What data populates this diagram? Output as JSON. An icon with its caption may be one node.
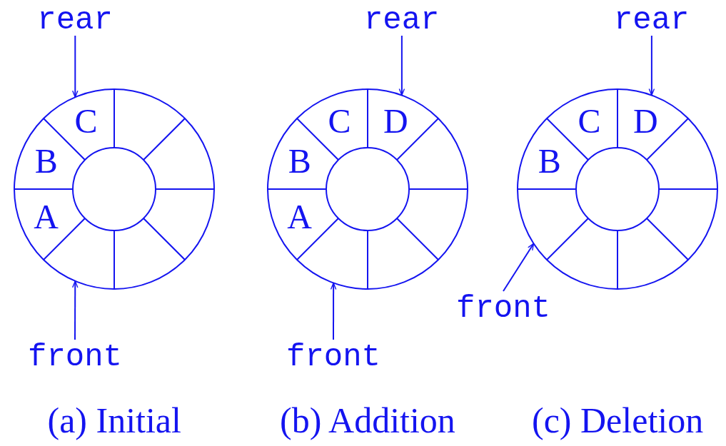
{
  "diagram": {
    "nodes": [
      {
        "text": [
          "rear"
        ]
      },
      {
        "text": [],
        "shape": "circle"
      },
      {
        "text": [
          "front"
        ]
      },
      {
        "text": [
          "rear"
        ]
      },
      {
        "text": [],
        "shape": "circle"
      },
      {
        "text": [
          "front"
        ]
      },
      {
        "text": [
          "rear"
        ]
      },
      {
        "text": [],
        "shape": "circle"
      },
      {
        "text": [
          "front"
        ]
      }
    ],
    "edges": [
      {
        "from": 0,
        "to": 1,
        "arrow": "to"
      },
      {
        "from": 2,
        "to": 1,
        "arrow": "to"
      },
      {
        "from": 3,
        "to": 4,
        "arrow": "to"
      },
      {
        "from": 5,
        "to": 4,
        "arrow": "to"
      },
      {
        "from": 6,
        "to": 7,
        "arrow": "to"
      },
      {
        "from": 8,
        "to": 7,
        "arrow": "to"
      }
    ],
    "labels": [
      "C",
      "B",
      "A",
      "C",
      "D",
      "B",
      "A",
      "C",
      "D",
      "B",
      "(a) Initial",
      "(b) Addition",
      "(c) Deletion"
    ]
  }
}
